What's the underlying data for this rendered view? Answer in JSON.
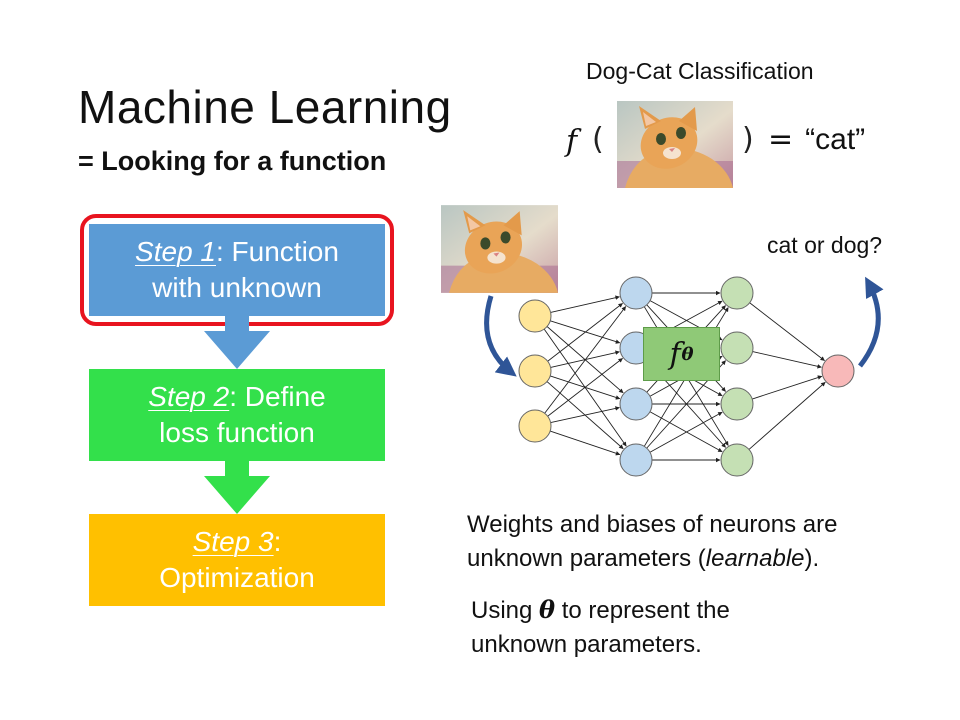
{
  "title": "Machine Learning",
  "subtitle": "= Looking for a function",
  "classification": {
    "title": "Dog-Cat Classification",
    "func": "f",
    "paren_open": "(",
    "paren_close": ")",
    "equals": "=",
    "result": "“cat”"
  },
  "steps": [
    {
      "name": "Step 1",
      "rest": ": Function",
      "line2": "with unknown",
      "color": "#5b9bd5"
    },
    {
      "name": "Step 2",
      "rest": ": Define",
      "line2": "loss function",
      "color": "#33e04b"
    },
    {
      "name": "Step 3",
      "rest": ":",
      "line2": "Optimization",
      "color": "#ffc000"
    }
  ],
  "highlight_color": "#e8141f",
  "network": {
    "question": "cat or dog?",
    "func_symbol": "f",
    "func_subscript": "θ",
    "layers": [
      3,
      4,
      4,
      1
    ],
    "layer_colors": [
      "#ffe699",
      "#bdd7ee",
      "#c5e0b4",
      "#f8b9b9"
    ],
    "arrow_color": "#2f5597"
  },
  "description": {
    "line1": "Weights and biases of neurons are",
    "line2a": "unknown parameters (",
    "line2b": "learnable",
    "line2c": ").",
    "line3a": "Using ",
    "line3b": "θ",
    "line3c": " to represent the",
    "line4": "unknown parameters."
  }
}
